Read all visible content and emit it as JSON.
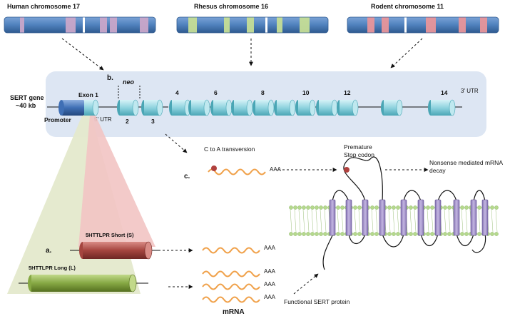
{
  "chromosomes": [
    {
      "label": "Human chromosome 17",
      "body_color": "#4f81bd",
      "band_color": "#c9a6c9"
    },
    {
      "label": "Rhesus chromosome 16",
      "body_color": "#4f81bd",
      "band_color": "#c5dd96"
    },
    {
      "label": "Rodent chromosome 11",
      "body_color": "#4f81bd",
      "band_color": "#e8959a"
    }
  ],
  "gene": {
    "title_line1": "SERT gene",
    "title_line2": "~40 kb",
    "promoter": "Promoter",
    "exon1": "Exon 1",
    "utr5": "5' UTR",
    "utr3": "3' UTR",
    "neo": "neo",
    "exon_numbers": [
      "2",
      "3",
      "4",
      "6",
      "8",
      "10",
      "12",
      "14"
    ],
    "panel_color": "#dde6f3",
    "exon_color": "#8fd3df"
  },
  "panel_labels": {
    "a": "a.",
    "b": "b.",
    "c": "c."
  },
  "allele_short": {
    "label": "5HTTLPR Short (S)",
    "color": "#a5453f"
  },
  "allele_long": {
    "label": "5HTTLPR Long (L)",
    "color": "#86a843"
  },
  "mrna": {
    "poly_a": "AAA",
    "label": "mRNA",
    "wave_color": "#f0a14a"
  },
  "mutation": {
    "transversion": "C to A transversion",
    "stop_line1": "Premature",
    "stop_line2": "Stop codon",
    "decay_line1": "Nonsense mediated mRNA",
    "decay_line2": "decay",
    "marker_color": "#b0413e"
  },
  "protein": {
    "label": "Functional SERT protein",
    "helix_color": "#a795c9",
    "membrane_color": "#b5d98d"
  }
}
